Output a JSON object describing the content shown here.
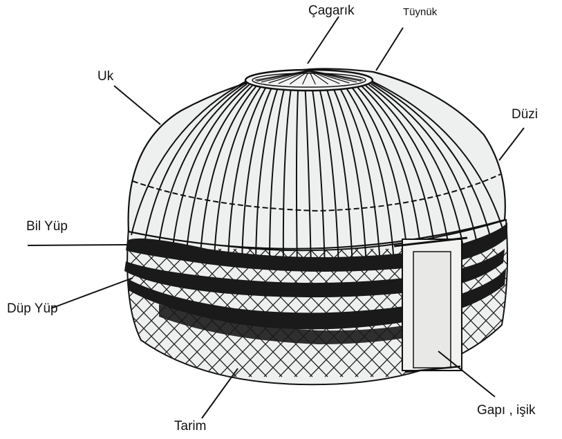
{
  "labels": {
    "cagarik": "Çagarık",
    "tuynuk": "Tüynük",
    "uk": "Uk",
    "duzi": "Düzi",
    "bil_yup": "Bil Yüp",
    "dup_yup": "Düp Yüp",
    "tarim": "Tarim",
    "gapi_isik": "Gapı , işik"
  },
  "colors": {
    "ink": "#111111",
    "band": "#1a1a1a",
    "felt": "#eef0ef",
    "door": "#f2f2f0"
  }
}
